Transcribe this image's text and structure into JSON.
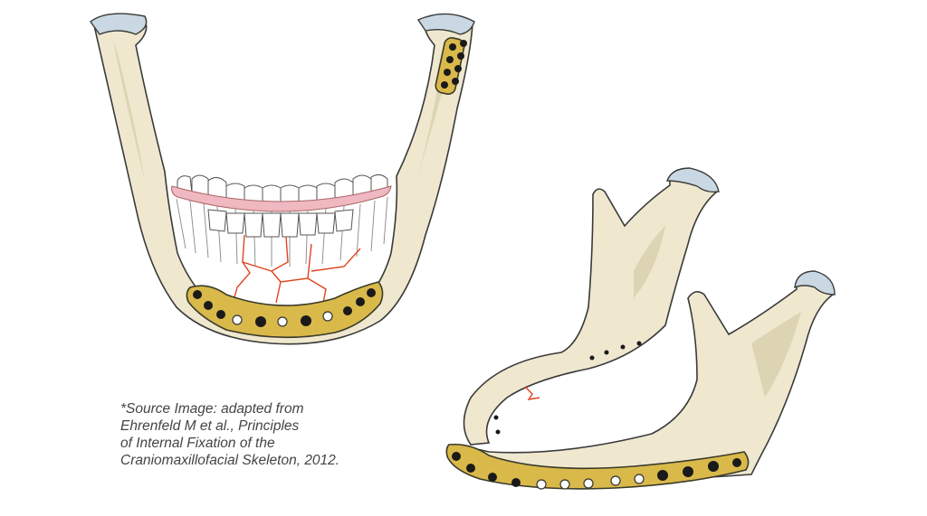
{
  "caption": {
    "lines": [
      "*Source Image: adapted from",
      "Ehrenfeld M et al., Principles",
      "of Internal Fixation of the",
      "Craniomaxillofacial Skeleton, 2012."
    ]
  },
  "illustrations": {
    "front_view": "mandible-front-view-with-plate",
    "side_view": "mandible-oblique-view-with-plate"
  },
  "colors": {
    "bone": "#efe8cf",
    "plate": "#d9b94a",
    "fracture": "#e0431f",
    "cartilage": "#c9d8e2",
    "gum": "#f0b8c0"
  }
}
